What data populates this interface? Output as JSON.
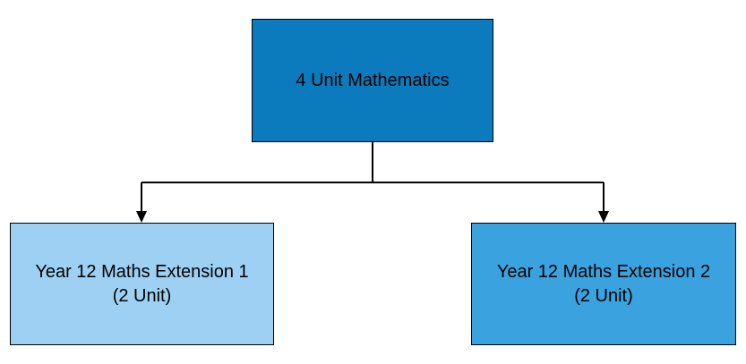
{
  "diagram": {
    "root": {
      "lines": [
        "4 Unit Mathematics"
      ],
      "color": "#0b7bbd"
    },
    "children": [
      {
        "lines": [
          "Year 12 Maths Extension 1",
          "(2 Unit)"
        ],
        "color": "#9dd0f2"
      },
      {
        "lines": [
          "Year 12 Maths Extension 2",
          "(2 Unit)"
        ],
        "color": "#3aa2de"
      }
    ],
    "edges": [
      {
        "from": "root",
        "to": "child-1"
      },
      {
        "from": "root",
        "to": "child-2"
      }
    ],
    "line_color": "#000000"
  }
}
